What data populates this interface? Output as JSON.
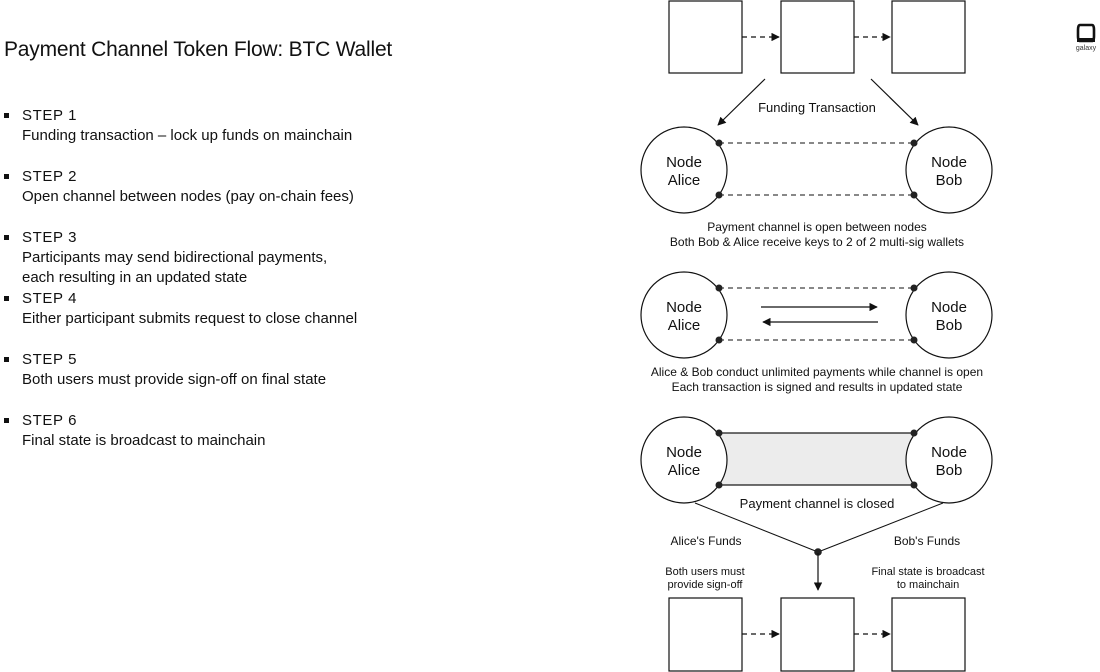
{
  "title": "Payment Channel Token Flow: BTC Wallet",
  "logo": {
    "icon": "galaxy-logo-icon",
    "text": "galaxy"
  },
  "steps": [
    {
      "label": "STEP 1",
      "lines": [
        "Funding transaction – lock up funds on mainchain"
      ]
    },
    {
      "label": "STEP 2",
      "lines": [
        "Open channel between nodes (pay on-chain fees)"
      ]
    },
    {
      "label": "STEP 3",
      "lines": [
        "Participants may send bidirectional payments,",
        "each resulting in an updated state"
      ]
    },
    {
      "label": "STEP 4",
      "lines": [
        "Either participant submits request to close channel"
      ]
    },
    {
      "label": "STEP 5",
      "lines": [
        "Both users must provide sign-off on final state"
      ]
    },
    {
      "label": "STEP 6",
      "lines": [
        "Final state is broadcast to mainchain"
      ]
    }
  ],
  "diagram": {
    "funding_label": "Funding Transaction",
    "node_alice": [
      "Node",
      "Alice"
    ],
    "node_bob": [
      "Node",
      "Bob"
    ],
    "stage_open": {
      "caption": [
        "Payment channel is open between nodes",
        "Both Bob & Alice receive keys to 2 of 2 multi-sig wallets"
      ]
    },
    "stage_payments": {
      "caption": [
        "Alice & Bob conduct unlimited payments while channel is open",
        "Each transaction is signed and results in updated state"
      ]
    },
    "stage_closed": {
      "caption": "Payment channel is closed",
      "fill_color": "#ececec"
    },
    "alice_funds": "Alice's Funds",
    "bob_funds": "Bob's Funds",
    "signoff_note": [
      "Both users must",
      "provide sign-off"
    ],
    "broadcast_note": [
      "Final state is broadcast",
      "to mainchain"
    ]
  }
}
